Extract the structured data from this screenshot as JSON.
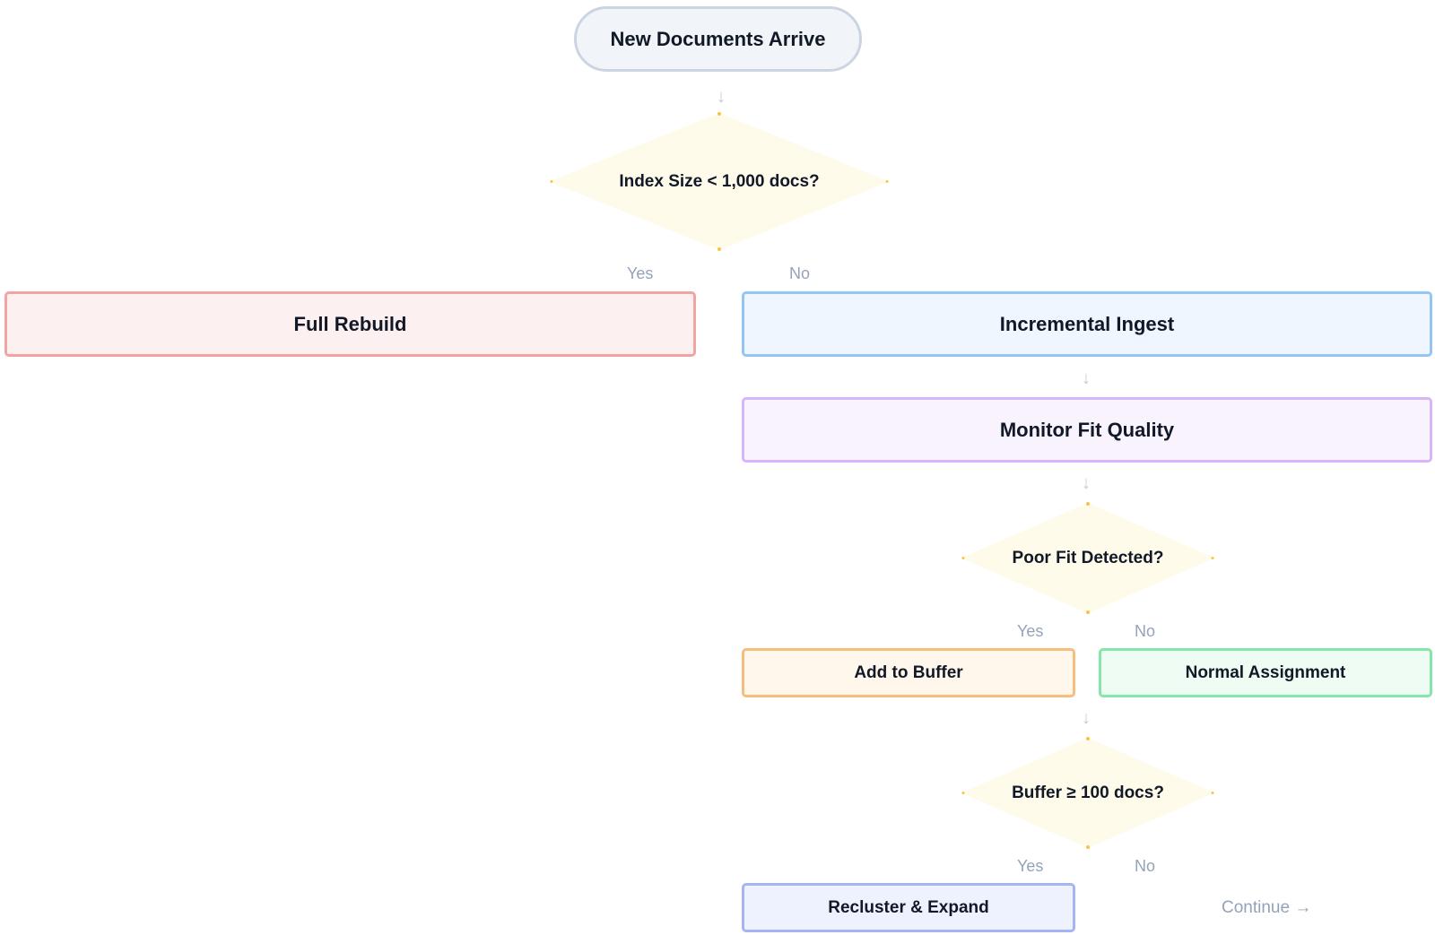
{
  "start": {
    "label": "New Documents Arrive"
  },
  "decision_index_size": {
    "label": "Index Size < 1,000 docs?",
    "yes": "Yes",
    "no": "No"
  },
  "full_rebuild": {
    "label": "Full Rebuild"
  },
  "incremental_ingest": {
    "label": "Incremental Ingest"
  },
  "monitor_fit": {
    "label": "Monitor Fit Quality"
  },
  "decision_poor_fit": {
    "label": "Poor Fit Detected?",
    "yes": "Yes",
    "no": "No"
  },
  "add_to_buffer": {
    "label": "Add to Buffer"
  },
  "normal_assignment": {
    "label": "Normal Assignment"
  },
  "decision_buffer": {
    "label": "Buffer ≥ 100 docs?",
    "yes": "Yes",
    "no": "No"
  },
  "recluster_expand": {
    "label": "Recluster & Expand"
  },
  "continue_link": {
    "label": "Continue →"
  },
  "arrow_glyph": "↓",
  "colors": {
    "start_border": "#cbd5e1",
    "decision_fill": "#fefbea",
    "decision_vertex": "#f5c542",
    "rebuild_border": "#f4a3a3",
    "ingest_border": "#93c5f5",
    "monitor_border": "#d8b4f8",
    "buffer_border": "#f7bd7d",
    "normal_border": "#86e5a8",
    "recluster_border": "#a5b4f2"
  }
}
